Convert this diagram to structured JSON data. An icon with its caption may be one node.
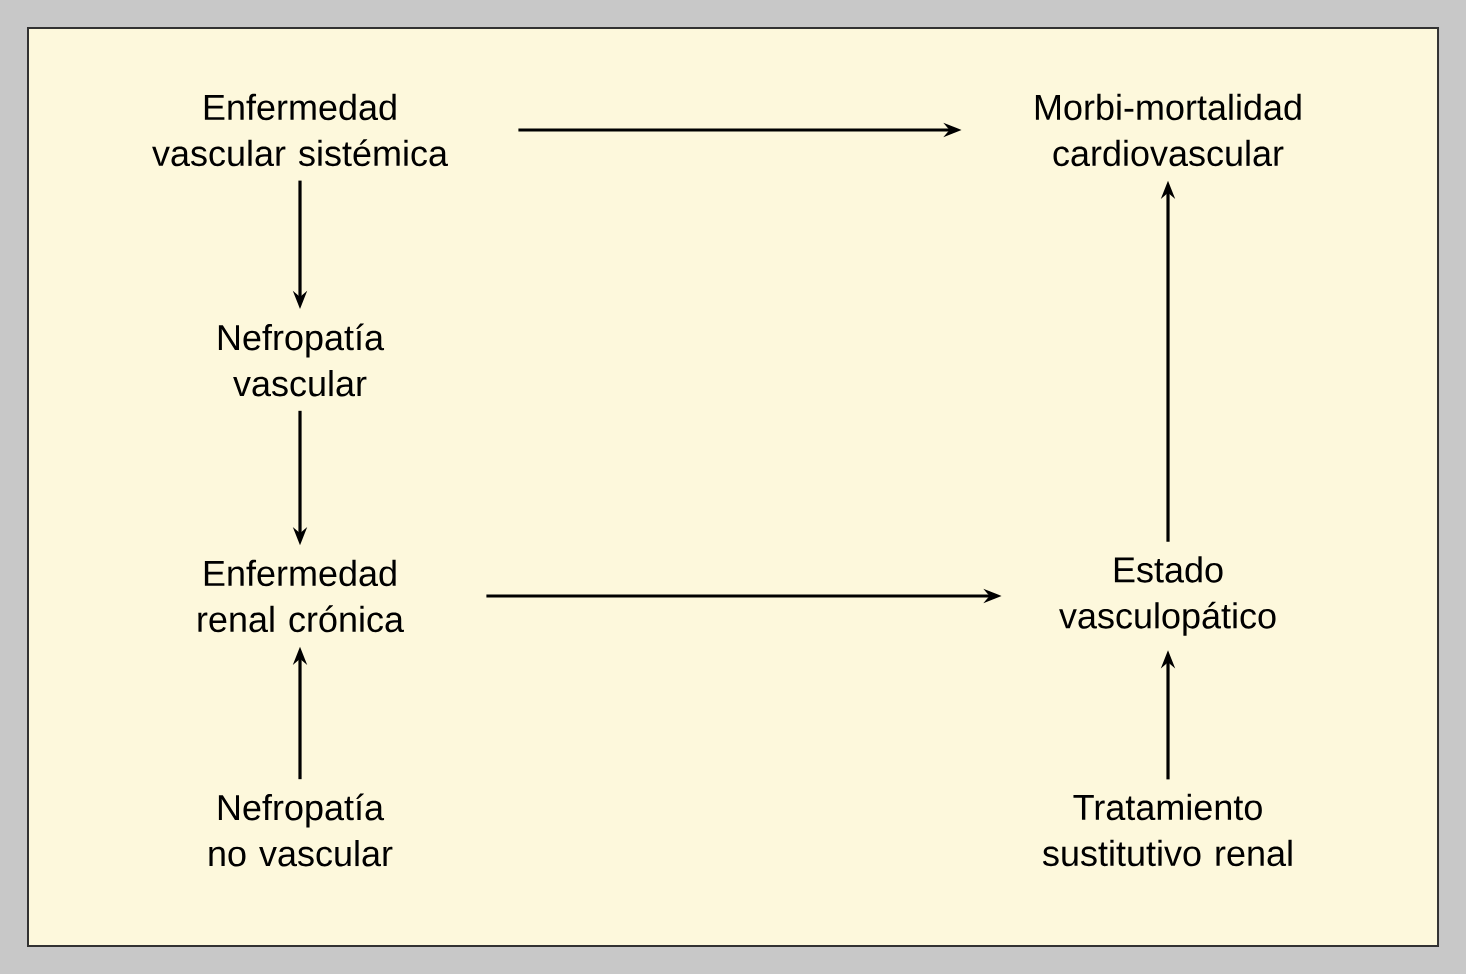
{
  "diagram": {
    "nodes": [
      {
        "text": [
          "Enfermedad vascular sistémica"
        ]
      },
      {
        "text": [
          "Morbi-mortalidad cardiovascular"
        ]
      },
      {
        "text": [
          "Nefropatía vascular"
        ]
      },
      {
        "text": [
          "Enfermedad renal crónica"
        ]
      },
      {
        "text": [
          "Estado vasculopático"
        ]
      },
      {
        "text": [
          "Nefropatía no vascular"
        ]
      },
      {
        "text": [
          "Tratamiento sustitutivo renal"
        ]
      }
    ],
    "edges": [
      {
        "from": 0,
        "to": 1,
        "arrow": "to"
      },
      {
        "from": 0,
        "to": 2,
        "arrow": "to"
      },
      {
        "from": 2,
        "to": 3,
        "arrow": "to"
      },
      {
        "from": 5,
        "to": 3,
        "arrow": "to"
      },
      {
        "from": 3,
        "to": 4,
        "arrow": "to"
      },
      {
        "from": 4,
        "to": 1,
        "arrow": "to"
      },
      {
        "from": 6,
        "to": 4,
        "arrow": "to"
      }
    ]
  }
}
